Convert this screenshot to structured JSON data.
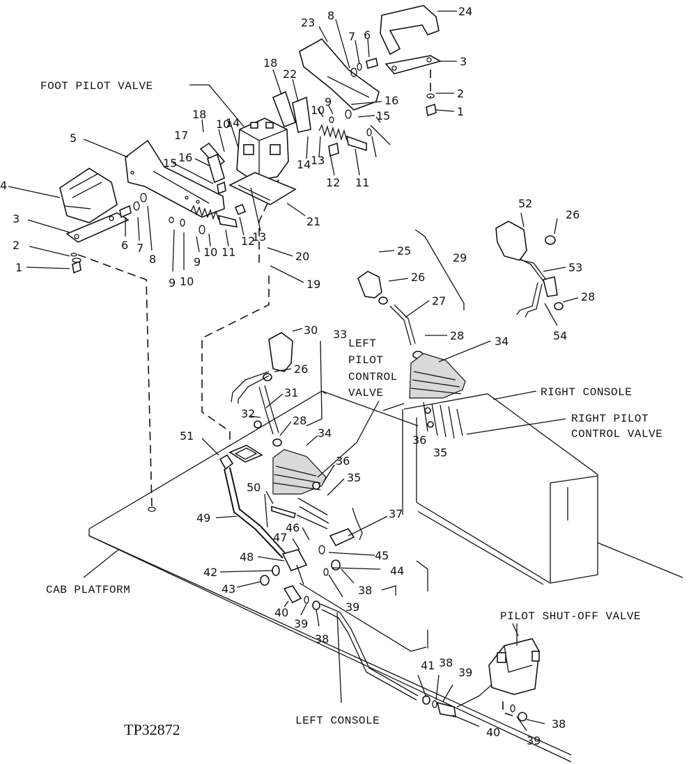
{
  "figure_id": "TP32872",
  "labels": {
    "foot_pilot_valve": "FOOT PILOT VALVE",
    "left_pilot_control_valve": [
      "LEFT",
      "PILOT",
      "CONTROL",
      "VALVE"
    ],
    "right_console": "RIGHT CONSOLE",
    "right_pilot_control_valve": [
      "RIGHT PILOT",
      "CONTROL VALVE"
    ],
    "cab_platform": "CAB PLATFORM",
    "pilot_shutoff_valve": "PILOT SHUT-OFF VALVE",
    "left_console": "LEFT CONSOLE"
  },
  "callouts": [
    "24",
    "23",
    "8",
    "7",
    "6",
    "3",
    "2",
    "1",
    "18",
    "22",
    "16",
    "15",
    "9",
    "10",
    "14",
    "13",
    "12",
    "11",
    "17",
    "5",
    "4",
    "21",
    "20",
    "19",
    "52",
    "26",
    "53",
    "28",
    "54",
    "25",
    "29",
    "27",
    "30",
    "33",
    "31",
    "32",
    "51",
    "34",
    "36",
    "35",
    "50",
    "49",
    "46",
    "47",
    "37",
    "48",
    "45",
    "44",
    "42",
    "43",
    "38",
    "39",
    "40",
    "41"
  ]
}
